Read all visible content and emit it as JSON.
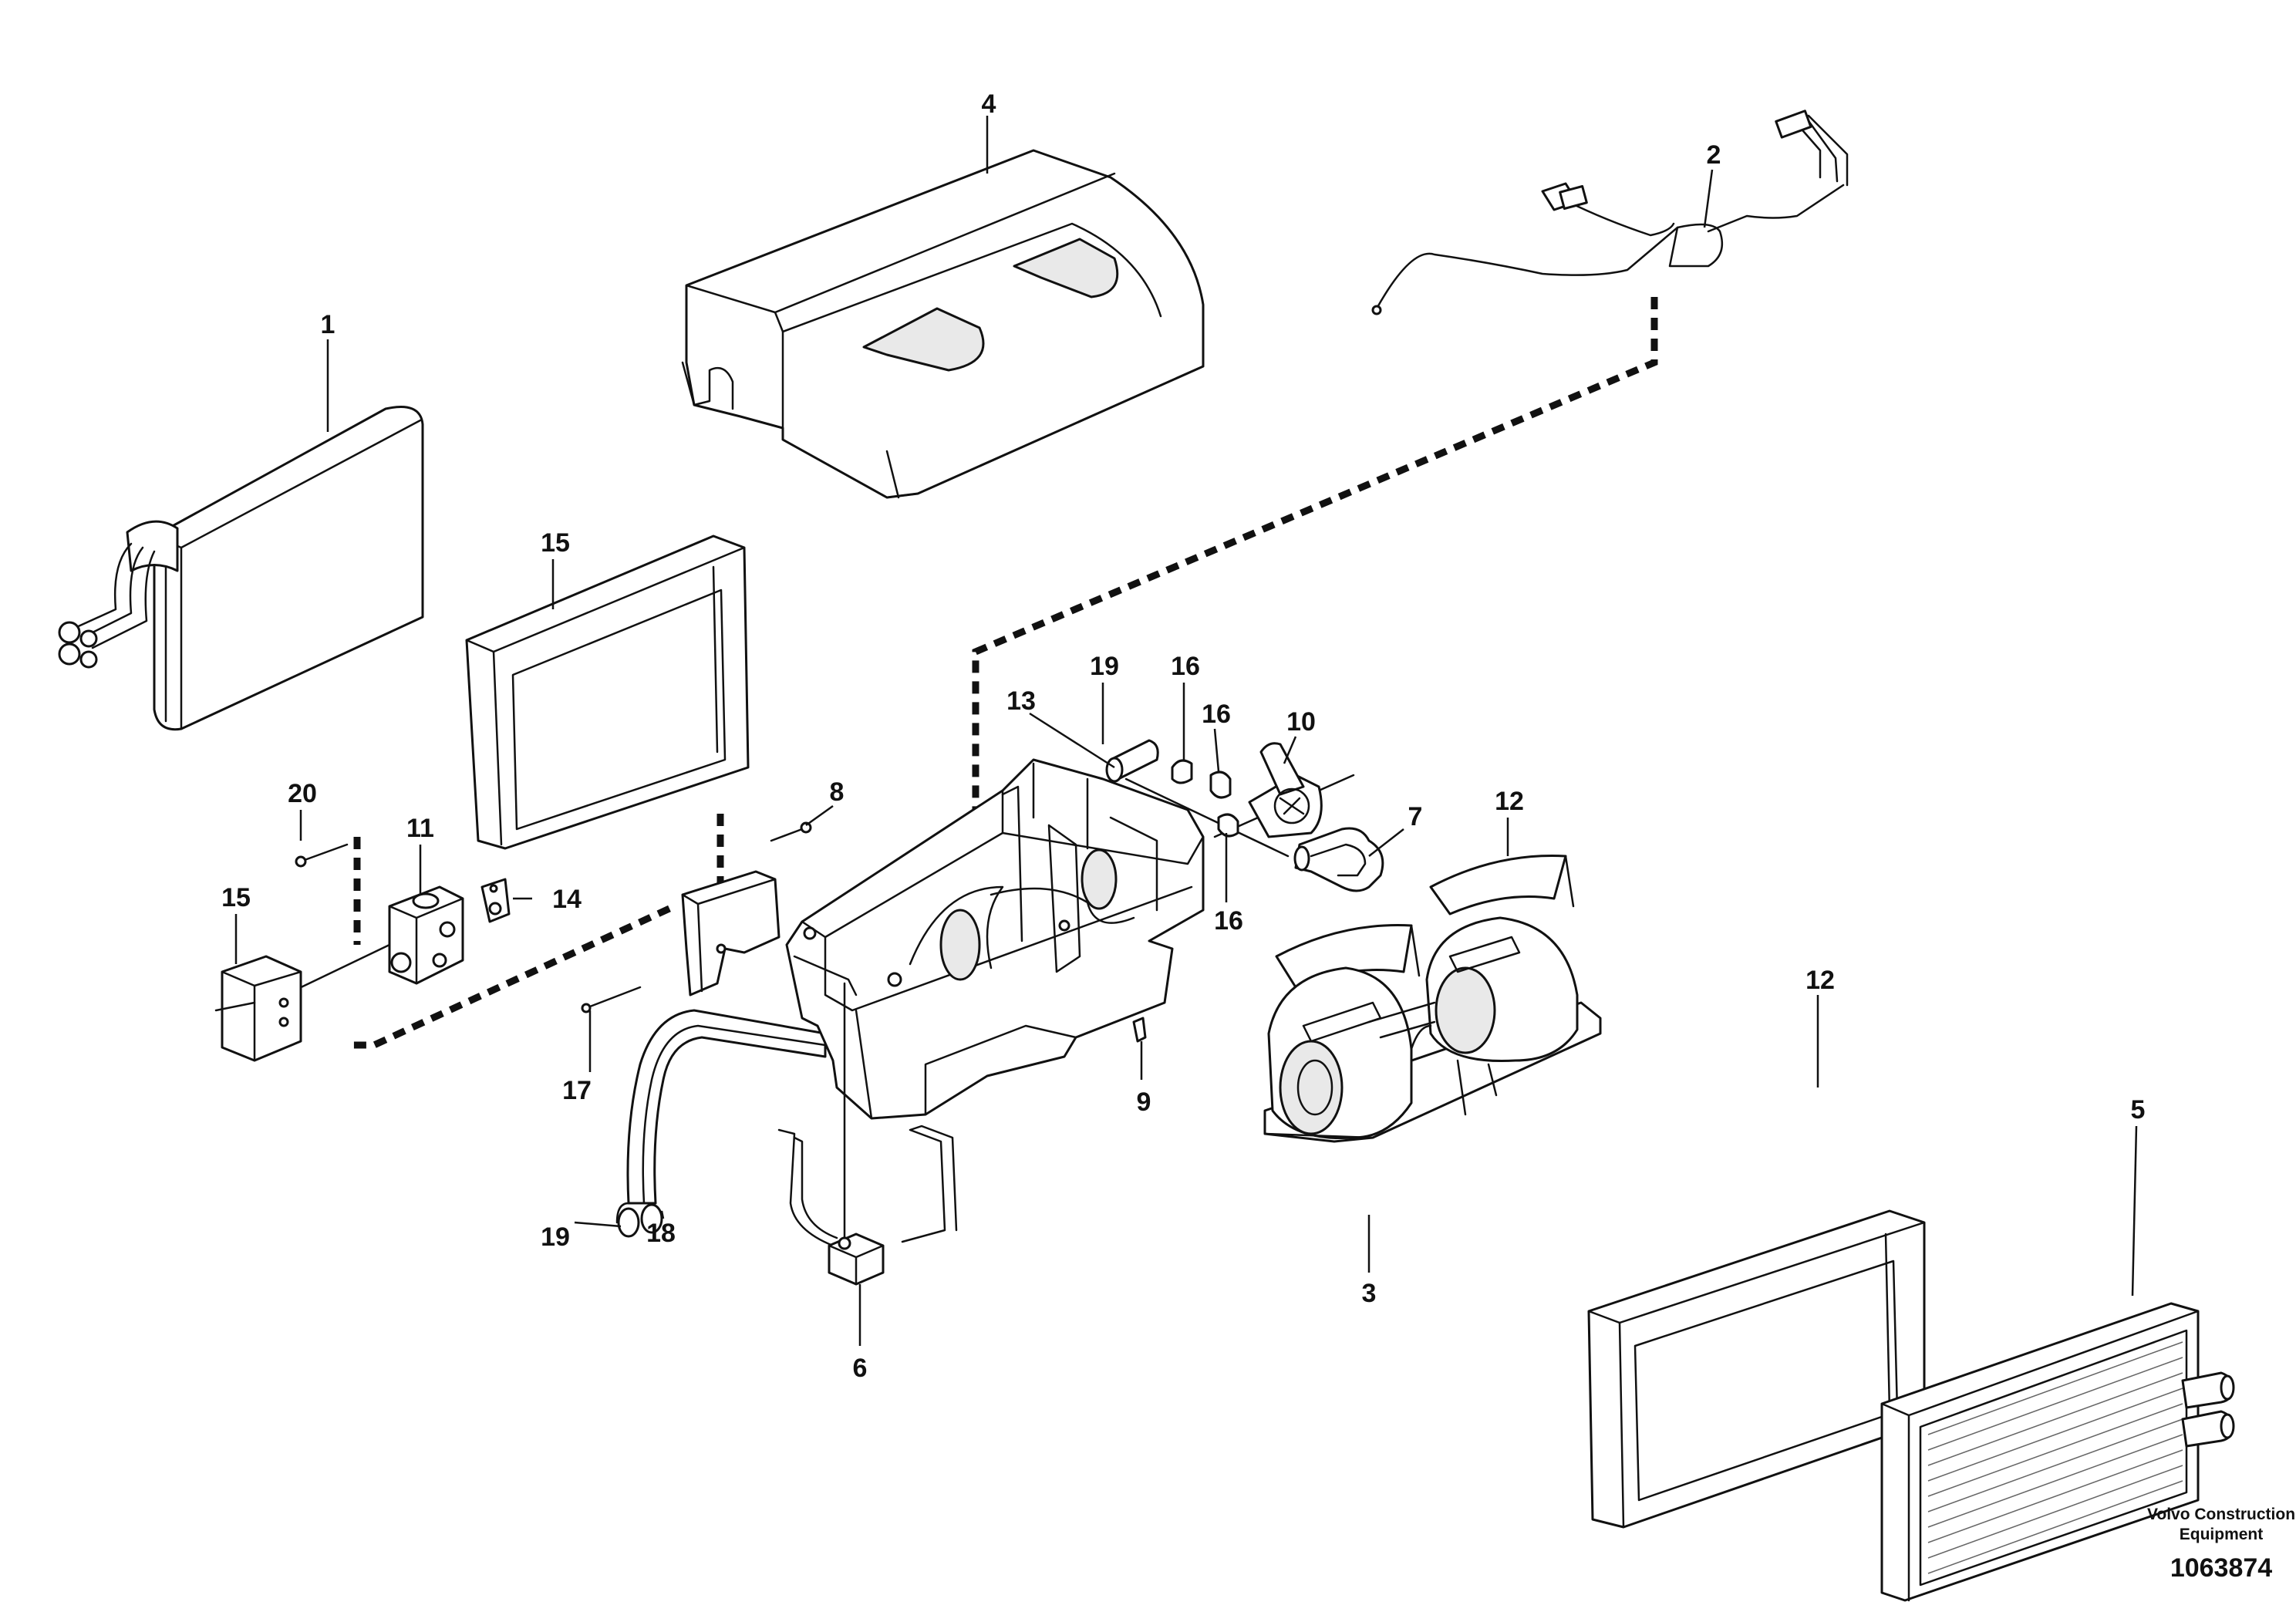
{
  "diagram": {
    "callouts": [
      "1",
      "2",
      "3",
      "4",
      "5",
      "6",
      "7",
      "8",
      "9",
      "10",
      "11",
      "12",
      "12",
      "13",
      "14",
      "15",
      "15",
      "16",
      "16",
      "16",
      "17",
      "18",
      "19",
      "19",
      "20"
    ],
    "footer": {
      "company_line1": "Volvo Construction",
      "company_line2": "Equipment",
      "drawing_number": "1063874"
    }
  }
}
